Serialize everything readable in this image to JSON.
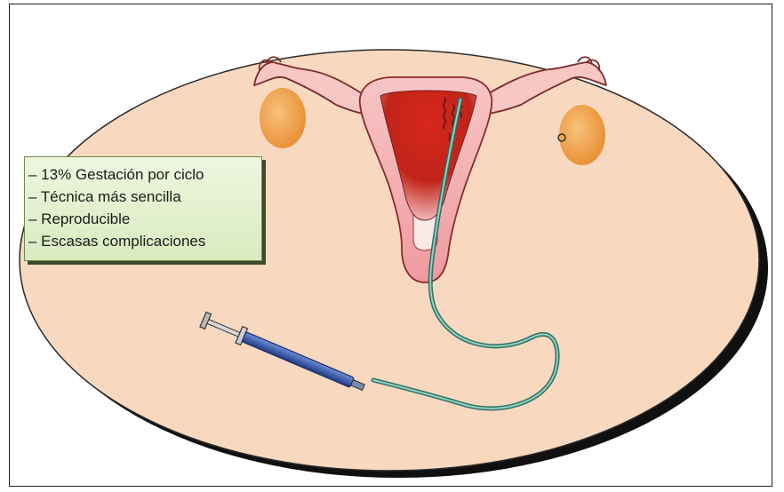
{
  "notes": {
    "items": [
      "– 13% Gestación por ciclo",
      "– Técnica más sencilla",
      "– Reproducible",
      "– Escasas complicaciones"
    ]
  },
  "colors": {
    "background_oval": "#f8d9bf",
    "oval_shadow": "#111111",
    "uterus_wall": "#f6bcc0",
    "uterine_cavity": "#c9231b",
    "ovary": "#f2a552",
    "catheter": "#5a9a8a",
    "syringe_barrel": "#3a5aa8",
    "note_box": "#d9ebc0"
  },
  "icons": [
    "uterus-illustration",
    "ovary-left",
    "ovary-right",
    "catheter",
    "syringe"
  ]
}
